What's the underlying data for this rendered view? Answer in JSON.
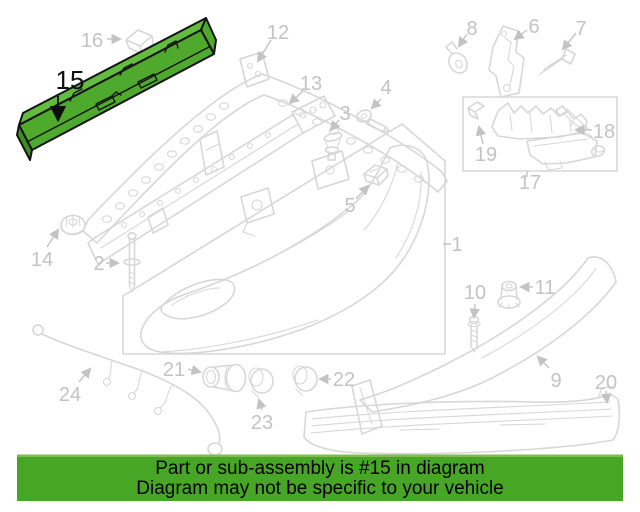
{
  "diagram": {
    "labels": {
      "1": "1",
      "2": "2",
      "3": "3",
      "4": "4",
      "5": "5",
      "6": "6",
      "7": "7",
      "8": "8",
      "9": "9",
      "10": "10",
      "11": "11",
      "12": "12",
      "13": "13",
      "14": "14",
      "15": "15",
      "16": "16",
      "17": "17",
      "18": "18",
      "19": "19",
      "20": "20",
      "21": "21",
      "22": "22",
      "23": "23",
      "24": "24"
    },
    "highlighted_part_number": "15"
  },
  "banner": {
    "line1": "Part or sub-assembly is #15 in diagram",
    "line2": "Diagram may not be specific to your vehicle"
  },
  "colors": {
    "highlight_green": "#4FA92C",
    "highlight_green_top": "#63BC3E",
    "highlight_green_dark": "#3E8E22",
    "banner_green": "#47A626",
    "banner_top_edge": "#7FBD4D",
    "line_art_gray": "#D7D7D7",
    "label_gray": "#C3C3C3",
    "label_black": "#0E0E0E",
    "banner_text": "#000000"
  }
}
